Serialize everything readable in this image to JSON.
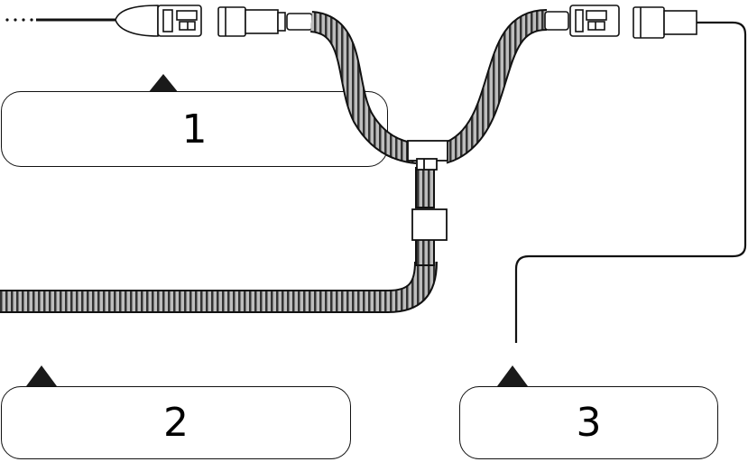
{
  "callouts": [
    {
      "id": "1",
      "label": "1"
    },
    {
      "id": "2",
      "label": "2"
    },
    {
      "id": "3",
      "label": "3"
    }
  ],
  "colors": {
    "line": "#111111",
    "tube_fill": "#9a9a9a",
    "connector_fill": "#ffffff",
    "arrow": "#1a1a1a",
    "background": "#ffffff"
  }
}
